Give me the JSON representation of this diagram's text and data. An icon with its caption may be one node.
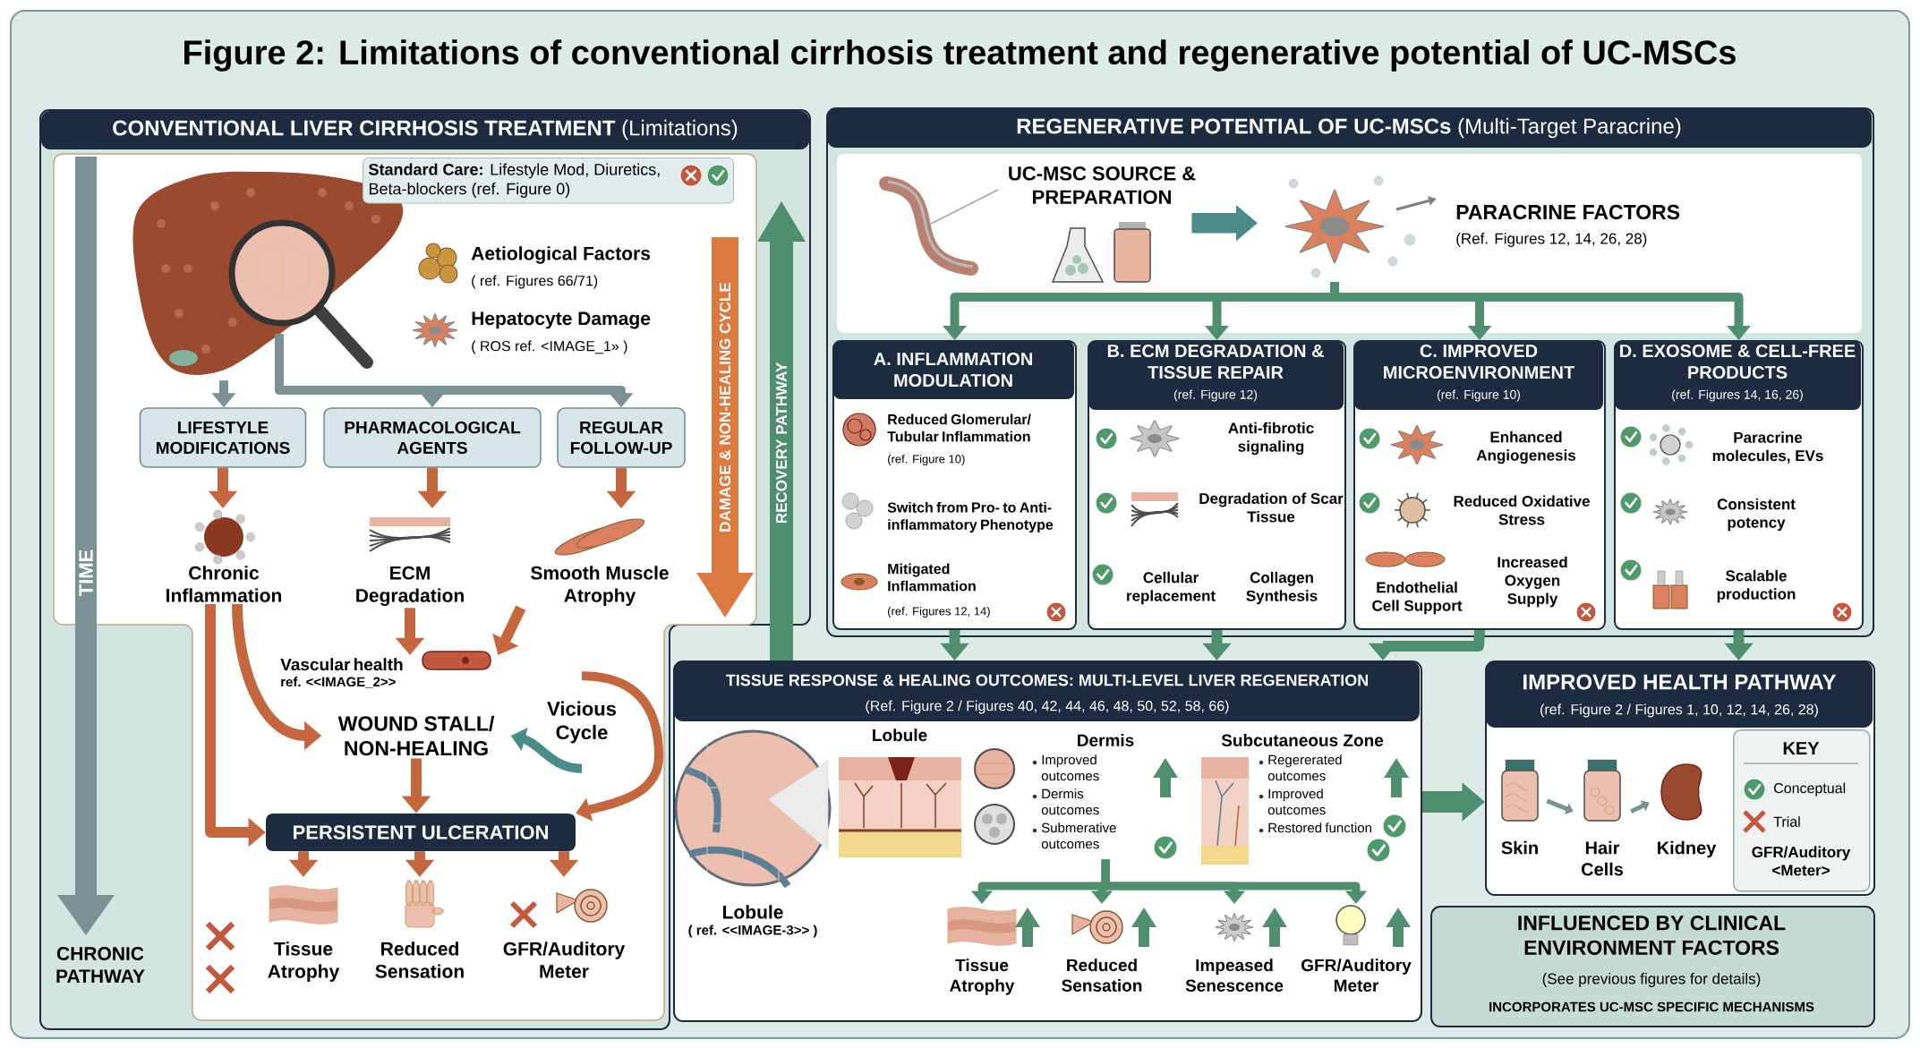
{
  "diagram": {
    "title": "Figure 2: Limitations of conventional cirrhosis treatment and regenerative potential of UC-MSCs",
    "nodes": [
      {
        "text": [
          "**CONVENTIONAL LIVER CIRRHOSIS TREATMENT** (Limitations)"
        ]
      },
      {
        "text": [
          "**Standard Care:** Lifestyle Mod, Diuretics, Beta-blockers (ref. Figure 0)"
        ],
        "in": 0
      },
      {
        "text": [],
        "shape": "picture",
        "in": 0
      },
      {
        "text": [
          "LIFESTYLE MODIFICATIONS"
        ],
        "in": 0
      },
      {
        "text": [
          "PHARMACOLOGICAL AGENTS"
        ],
        "in": 0
      },
      {
        "text": [
          "REGULAR FOLLOW-UP"
        ],
        "in": 0
      },
      {
        "text": [
          "Chronic Inflammation"
        ],
        "in": 0
      },
      {
        "text": [
          "ECM Degradation"
        ],
        "in": 0
      },
      {
        "text": [
          "Smooth Muscle Atrophy"
        ],
        "in": 0
      },
      {
        "text": [
          "Vascular health",
          "ref. <<IMAGE_2>>"
        ]
      },
      {
        "text": [
          "WOUND STALL/ NON-HEALING"
        ]
      },
      {
        "text": [
          "Vicious Cycle"
        ]
      },
      {
        "text": [
          "PERSISTENT ULCERATION"
        ]
      },
      {
        "text": [
          "Tissue Atrophy"
        ]
      },
      {
        "text": [
          "Reduced Sensation"
        ]
      },
      {
        "text": [
          "GFR/Auditory Meter"
        ]
      },
      {
        "text": [
          "**REGENERATIVE POTENTIAL OF UC-MSCs** (Multi-Target Paracrine)"
        ]
      },
      {
        "text": [
          "UC-MSC SOURCE & PREPARATION"
        ],
        "in": 16
      },
      {
        "text": [
          "PARACRINE FACTORS",
          "(Ref. Figures 12, 14, 26, 28)"
        ],
        "in": 16
      },
      {
        "text": [
          "A. INFLAMMATION MODULATION",
          "Reduced Glomerular/ Tubular Inflammation",
          "(ref. Figure 10)",
          "Switch from Pro- to Anti-inflammatory Phenotype",
          "Mitigated Inflammation",
          "(ref. Figures 12, 14)"
        ],
        "in": 16
      },
      {
        "text": [
          "B. ECM DEGRADATION & TISSUE REPAIR",
          "(ref. Figure 12)",
          "Anti-fibrotic signaling",
          "Degradation of Scar Tissue",
          "Cellular replacement",
          "Collagen Synthesis"
        ],
        "in": 16
      },
      {
        "text": [
          "C. IMPROVED MICROENVIRONMENT",
          "(ref. Figure 10)",
          "Enhanced Angiogenesis",
          "Reduced Oxidative Stress",
          "Endothelial Cell Support",
          "Increased Oxygen Supply"
        ],
        "in": 16
      },
      {
        "text": [
          "D. EXOSOME & CELL-FREE PRODUCTS",
          "(ref. Figures 14, 16, 26)",
          "Paracrine molecules, EVs",
          "Consistent potency",
          "Scalable production"
        ],
        "in": 16
      },
      {
        "text": [
          "TISSUE RESPONSE & HEALING OUTCOMES: MULTI-LEVEL LIVER REGENERATION",
          "(Ref. Figure 2 / Figures 40, 42, 44, 46, 48, 50, 52, 58, 66)"
        ]
      },
      {
        "text": [
          "Lobule",
          "( ref. <<IMAGE-3>> )"
        ],
        "in": 23
      },
      {
        "text": [
          "Lobule"
        ],
        "in": 23
      },
      {
        "text": [
          "Dermis",
          "Improved outcomes",
          "Dermis outcomes",
          "Submerative outcomes"
        ],
        "in": 23
      },
      {
        "text": [
          "Subcutaneous Zone",
          "Regererated outcomes",
          "Improved outcomes",
          "Restored function"
        ],
        "in": 23
      },
      {
        "text": [
          "Tissue Atrophy"
        ],
        "in": 23
      },
      {
        "text": [
          "Reduced Sensation"
        ],
        "in": 23
      },
      {
        "text": [
          "Impeased Senescence"
        ],
        "in": 23
      },
      {
        "text": [
          "GFR/Auditory Meter"
        ],
        "in": 23
      },
      {
        "text": [
          "IMPROVED HEALTH PATHWAY",
          "(ref. Figure 2 / Figures 1, 10, 12, 14, 26, 28)"
        ]
      },
      {
        "text": [
          "Skin"
        ],
        "in": 32
      },
      {
        "text": [
          "Hair Cells"
        ],
        "in": 32
      },
      {
        "text": [
          "Kidney"
        ],
        "in": 32
      },
      {
        "text": [
          "KEY",
          "GFR/Auditory <Meter>"
        ],
        "in": 32
      },
      {
        "text": [
          "INFLUENCED BY CLINICAL ENVIRONMENT FACTORS",
          "(See previous figures for details)",
          "INCORPORATES UC-MSC SPECIFIC MECHANISMS"
        ]
      }
    ],
    "edges": [
      {
        "from": 2,
        "to": 3,
        "arrow": "to",
        "color": "#7b9294"
      },
      {
        "from": 2,
        "to": 4,
        "arrow": "to",
        "color": "#7b9294"
      },
      {
        "from": 2,
        "to": 5,
        "arrow": "to",
        "color": "#7b9294"
      },
      {
        "from": 3,
        "to": 6,
        "arrow": "to",
        "color": "#c4673f"
      },
      {
        "from": 4,
        "to": 7,
        "arrow": "to",
        "color": "#c4673f"
      },
      {
        "from": 5,
        "to": 8,
        "arrow": "to",
        "color": "#c4673f"
      },
      {
        "from": 7,
        "to": 9,
        "arrow": "to",
        "color": "#c4673f"
      },
      {
        "from": 8,
        "to": 9,
        "arrow": "to",
        "color": "#c4673f"
      },
      {
        "from": 6,
        "to": 10,
        "arrow": "to",
        "color": "#c4673f"
      },
      {
        "from": 6,
        "to": 12,
        "arrow": "to",
        "color": "#c4673f"
      },
      {
        "from": 10,
        "to": 12,
        "arrow": "to",
        "color": "#c4673f"
      },
      {
        "from": 11,
        "to": 12,
        "arrow": "to",
        "color": "#c4673f"
      },
      {
        "from": 11,
        "to": 10,
        "arrow": "to",
        "color": "#4a8c8a"
      },
      {
        "from": 12,
        "to": 13,
        "arrow": "to",
        "color": "#c4673f"
      },
      {
        "from": 12,
        "to": 14,
        "arrow": "to",
        "color": "#c4673f"
      },
      {
        "from": 12,
        "to": 15,
        "arrow": "to",
        "color": "#c4673f"
      },
      {
        "from": 17,
        "to": 18,
        "arrow": "to",
        "color": "#4a8c8a",
        "style": "thick"
      },
      {
        "from": 18,
        "to": 19,
        "arrow": "to"
      },
      {
        "from": 18,
        "to": 20,
        "arrow": "to"
      },
      {
        "from": 18,
        "to": 21,
        "arrow": "to"
      },
      {
        "from": 18,
        "to": 22,
        "arrow": "to"
      },
      {
        "from": 19,
        "to": 23,
        "arrow": "to"
      },
      {
        "from": 20,
        "to": 23,
        "arrow": "to"
      },
      {
        "from": 21,
        "to": 23,
        "arrow": "to"
      },
      {
        "from": 22,
        "to": 32,
        "arrow": "to"
      },
      {
        "from": 23,
        "to": 32,
        "arrow": "to",
        "style": "thick"
      },
      {
        "from": 26,
        "to": 28,
        "arrow": "to"
      },
      {
        "from": 26,
        "to": 29,
        "arrow": "to"
      },
      {
        "from": 26,
        "to": 30,
        "arrow": "to"
      },
      {
        "from": 26,
        "to": 31,
        "arrow": "to"
      },
      {
        "from": 33,
        "to": 34,
        "arrow": "to",
        "color": "#7b9294"
      },
      {
        "from": 34,
        "to": 35,
        "arrow": "to",
        "color": "#7b9294"
      }
    ],
    "labels": [
      "Aetiological Factors",
      "( ref. Figures 66/71)",
      "Hepatocyte Damage",
      "( ROS ref. <IMAGE_1» )",
      "DAMAGE & NON-HEALING CYCLE",
      "RECOVERY PATHWAY",
      "TIME",
      "CHRONIC PATHWAY"
    ],
    "legend": [
      {
        "text": "Conceptual"
      },
      {
        "text": "Trial"
      }
    ]
  }
}
